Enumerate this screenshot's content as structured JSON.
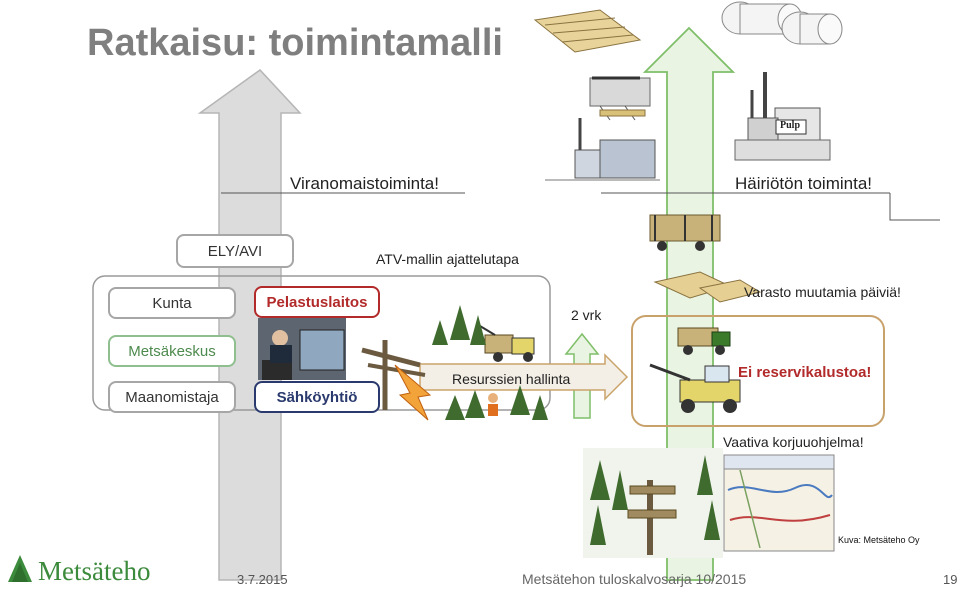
{
  "title": "Ratkaisu: toimintamalli",
  "labels": {
    "viranomais": "Viranomaistoiminta!",
    "hairioton": "Häiriötön toiminta!",
    "atv": "ATV-mallin ajattelutapa",
    "two_days": "2 vrk",
    "varasto": "Varasto muutamia päiviä!",
    "resurssien": "Resurssien hallinta",
    "reservi": "Ei reservikalustoa!",
    "vaativa": "Vaativa korjuuohjelma!",
    "credit": "Kuva: Metsäteho Oy"
  },
  "boxes": {
    "ely": "ELY/AVI",
    "kunta": "Kunta",
    "metsakeskus": "Metsäkeskus",
    "maanomistaja": "Maanomistaja",
    "pelastuslaitos": "Pelastuslaitos",
    "sahkoyhtio": "Sähköyhtiö"
  },
  "pulp_sign": "Pulp",
  "footer": {
    "date": "3.7.2015",
    "series": "Metsätehon tuloskalvosarja 10/2015",
    "page": "19"
  },
  "logo": {
    "text": "Metsäteho"
  },
  "colors": {
    "title": "#7f7f7f",
    "red": "#b22a2a",
    "navy": "#2a3a6e",
    "green_box": "#8fbf8f",
    "warn_orange": "#e07020",
    "logo_green": "#3c8a3c",
    "arrow_gray_fill": "#dedede",
    "arrow_green_fill": "#e9f5e2",
    "arrow_green_stroke": "#7fbf6a"
  }
}
